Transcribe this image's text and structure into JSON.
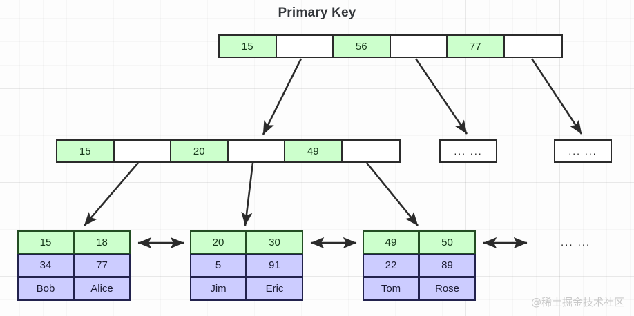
{
  "title": "Primary Key",
  "colors": {
    "key_fill": "#ccffcc",
    "key_border": "#234d23",
    "data_fill": "#ccccff",
    "data_border": "#22224d",
    "node_border": "#2b2b2b",
    "background": "#fdfdfd",
    "watermark": "#c9c9c9"
  },
  "root_node": {
    "name": "root-index-node",
    "cells": [
      {
        "type": "key",
        "label": "15"
      },
      {
        "type": "pointer",
        "label": ""
      },
      {
        "type": "key",
        "label": "56"
      },
      {
        "type": "pointer",
        "label": ""
      },
      {
        "type": "key",
        "label": "77"
      },
      {
        "type": "pointer",
        "label": ""
      }
    ]
  },
  "internal_node": {
    "name": "internal-index-node",
    "cells": [
      {
        "type": "key",
        "label": "15"
      },
      {
        "type": "pointer",
        "label": ""
      },
      {
        "type": "key",
        "label": "20"
      },
      {
        "type": "pointer",
        "label": ""
      },
      {
        "type": "key",
        "label": "49"
      },
      {
        "type": "pointer",
        "label": ""
      }
    ]
  },
  "ellipsis_nodes": [
    {
      "label": "... ..."
    },
    {
      "label": "... ..."
    }
  ],
  "trailing_ellipsis": "... ...",
  "leaves": [
    {
      "keys": [
        "15",
        "18"
      ],
      "values": [
        "34",
        "77"
      ],
      "names": [
        "Bob",
        "Alice"
      ]
    },
    {
      "keys": [
        "20",
        "30"
      ],
      "values": [
        "5",
        "91"
      ],
      "names": [
        "Jim",
        "Eric"
      ]
    },
    {
      "keys": [
        "49",
        "50"
      ],
      "values": [
        "22",
        "89"
      ],
      "names": [
        "Tom",
        "Rose"
      ]
    }
  ],
  "watermark": "@稀土掘金技术社区"
}
